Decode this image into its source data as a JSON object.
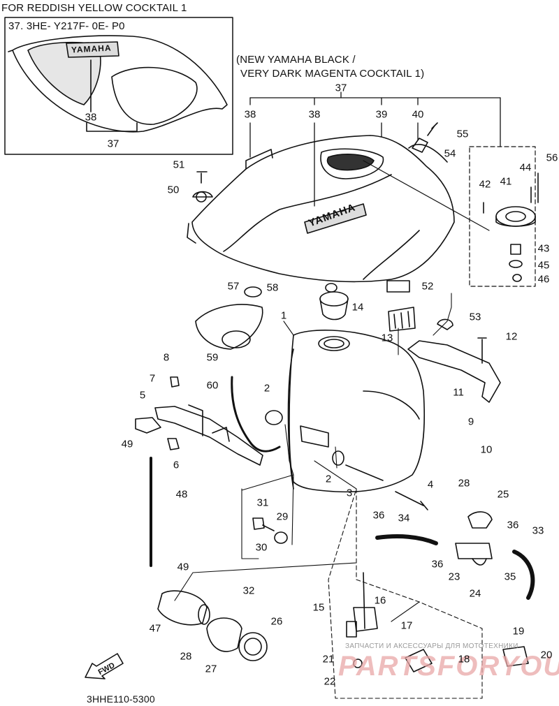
{
  "header": {
    "top_title": "FOR REDDISH YELLOW COCKTAIL 1",
    "inset_part": "37. 3HE- Y217F- 0E- P0",
    "variant_line1": "(NEW YAMAHA BLACK /",
    "variant_line2": "VERY DARK MAGENTA COCKTAIL 1)",
    "diagram_code": "3HHE110-5300"
  },
  "logos": {
    "inset_logo": "YAMAHA",
    "tank_logo": "YAMAHA"
  },
  "fwd_label": "FWD",
  "watermark": {
    "small": "ЗАПЧАСТИ И АКСЕССУАРЫ ДЛЯ МОТОТЕХНИКИ",
    "big": "PARTSFORYOU"
  },
  "callouts": [
    {
      "id": "c37i",
      "label": "37"
    },
    {
      "id": "c38i",
      "label": "38"
    },
    {
      "id": "c37",
      "label": "37"
    },
    {
      "id": "c38a",
      "label": "38"
    },
    {
      "id": "c38b",
      "label": "38"
    },
    {
      "id": "c39",
      "label": "39"
    },
    {
      "id": "c40",
      "label": "40"
    },
    {
      "id": "c55",
      "label": "55"
    },
    {
      "id": "c54",
      "label": "54"
    },
    {
      "id": "c56",
      "label": "56"
    },
    {
      "id": "c44",
      "label": "44"
    },
    {
      "id": "c42",
      "label": "42"
    },
    {
      "id": "c41",
      "label": "41"
    },
    {
      "id": "c43",
      "label": "43"
    },
    {
      "id": "c45",
      "label": "45"
    },
    {
      "id": "c46",
      "label": "46"
    },
    {
      "id": "c51",
      "label": "51"
    },
    {
      "id": "c50",
      "label": "50"
    },
    {
      "id": "c57",
      "label": "57"
    },
    {
      "id": "c58",
      "label": "58"
    },
    {
      "id": "c14",
      "label": "14"
    },
    {
      "id": "c52",
      "label": "52"
    },
    {
      "id": "c53",
      "label": "53"
    },
    {
      "id": "c13",
      "label": "13"
    },
    {
      "id": "c12",
      "label": "12"
    },
    {
      "id": "c1",
      "label": "1"
    },
    {
      "id": "c8",
      "label": "8"
    },
    {
      "id": "c59",
      "label": "59"
    },
    {
      "id": "c7",
      "label": "7"
    },
    {
      "id": "c60",
      "label": "60"
    },
    {
      "id": "c2a",
      "label": "2"
    },
    {
      "id": "c11",
      "label": "11"
    },
    {
      "id": "c5",
      "label": "5"
    },
    {
      "id": "c9",
      "label": "9"
    },
    {
      "id": "c49a",
      "label": "49"
    },
    {
      "id": "c6",
      "label": "6"
    },
    {
      "id": "c10",
      "label": "10"
    },
    {
      "id": "c2b",
      "label": "2"
    },
    {
      "id": "c28a",
      "label": "28"
    },
    {
      "id": "c3",
      "label": "3"
    },
    {
      "id": "c4",
      "label": "4"
    },
    {
      "id": "c25",
      "label": "25"
    },
    {
      "id": "c48",
      "label": "48"
    },
    {
      "id": "c31",
      "label": "31"
    },
    {
      "id": "c29",
      "label": "29"
    },
    {
      "id": "c36a",
      "label": "36"
    },
    {
      "id": "c34",
      "label": "34"
    },
    {
      "id": "c36b",
      "label": "36"
    },
    {
      "id": "c33",
      "label": "33"
    },
    {
      "id": "c30",
      "label": "30"
    },
    {
      "id": "c36c",
      "label": "36"
    },
    {
      "id": "c23",
      "label": "23"
    },
    {
      "id": "c49b",
      "label": "49"
    },
    {
      "id": "c35",
      "label": "35"
    },
    {
      "id": "c24",
      "label": "24"
    },
    {
      "id": "c32",
      "label": "32"
    },
    {
      "id": "c16",
      "label": "16"
    },
    {
      "id": "c15",
      "label": "15"
    },
    {
      "id": "c47",
      "label": "47"
    },
    {
      "id": "c26",
      "label": "26"
    },
    {
      "id": "c17",
      "label": "17"
    },
    {
      "id": "c19",
      "label": "19"
    },
    {
      "id": "c28b",
      "label": "28"
    },
    {
      "id": "c21",
      "label": "21"
    },
    {
      "id": "c18",
      "label": "18"
    },
    {
      "id": "c20",
      "label": "20"
    },
    {
      "id": "c27",
      "label": "27"
    },
    {
      "id": "c22",
      "label": "22"
    }
  ]
}
